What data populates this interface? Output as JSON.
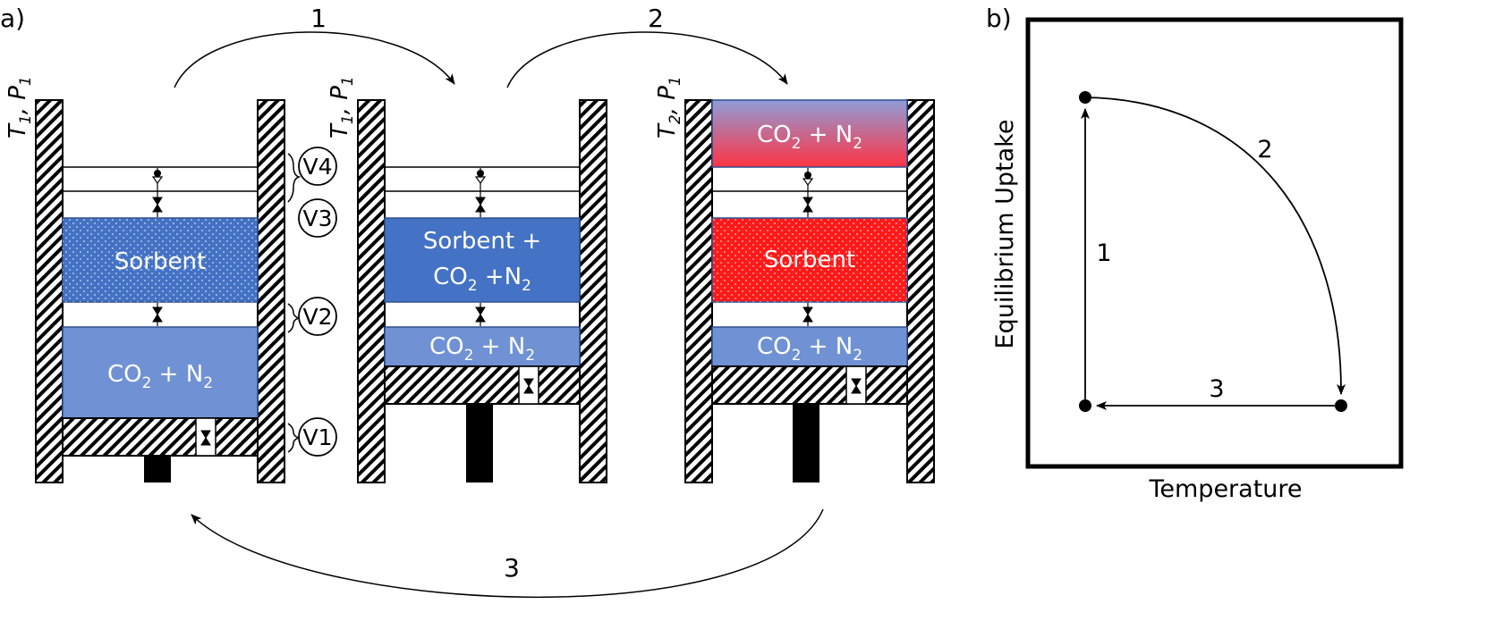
{
  "panel_labels": {
    "a": "a)",
    "b": "b)"
  },
  "colors": {
    "sorbent_blue": "#4472c4",
    "gas_blue": "#7092d4",
    "sorbent_hot": "#ff1a1a",
    "gas_hot_top": "#8f9dd8",
    "gas_hot_bottom": "#ff3344",
    "hatch": "#000000"
  },
  "cylinders": [
    {
      "state": {
        "T": "T",
        "T_sub": "1",
        "sep": ", ",
        "P": "P",
        "P_sub": "1"
      },
      "sorbent": {
        "text": "Sorbent",
        "dotted": true
      },
      "gas": {
        "pre": "CO",
        "sub": "2",
        "post": " + N",
        "sub2": "2"
      }
    },
    {
      "state": {
        "T": "T",
        "T_sub": "1",
        "sep": ", ",
        "P": "P",
        "P_sub": "1"
      },
      "sorbent": {
        "line1": "Sorbent +",
        "l2_pre": "CO",
        "l2_sub": "2",
        "l2_post": " +N",
        "l2_sub2": "2"
      },
      "gas": {
        "pre": "CO",
        "sub": "2",
        "post": " + N",
        "sub2": "2"
      }
    },
    {
      "state": {
        "T": "T",
        "T_sub": "2",
        "sep": ", ",
        "P": "P",
        "P_sub": "1"
      },
      "top_gas": {
        "pre": "CO",
        "sub": "2",
        "post": " + N",
        "sub2": "2"
      },
      "sorbent": {
        "text": "Sorbent",
        "dotted": true
      },
      "gas": {
        "pre": "CO",
        "sub": "2",
        "post": " + N",
        "sub2": "2"
      }
    }
  ],
  "valves": [
    "V4",
    "V3",
    "V2",
    "V1"
  ],
  "process_arrows": [
    "1",
    "2",
    "3"
  ],
  "chart": {
    "xlabel": "Temperature",
    "ylabel": "Equilibrium Uptake",
    "step_labels": [
      "1",
      "2",
      "3"
    ],
    "points": [
      {
        "name": "start",
        "temperature": "low",
        "uptake": "low"
      },
      {
        "name": "after-step-1",
        "temperature": "low",
        "uptake": "high"
      },
      {
        "name": "after-step-2",
        "temperature": "high",
        "uptake": "low"
      }
    ],
    "steps": [
      {
        "label": "1",
        "from": "start",
        "to": "after-step-1",
        "shape": "straight"
      },
      {
        "label": "2",
        "from": "after-step-1",
        "to": "after-step-2",
        "shape": "curved"
      },
      {
        "label": "3",
        "from": "after-step-2",
        "to": "start",
        "shape": "straight"
      }
    ]
  }
}
